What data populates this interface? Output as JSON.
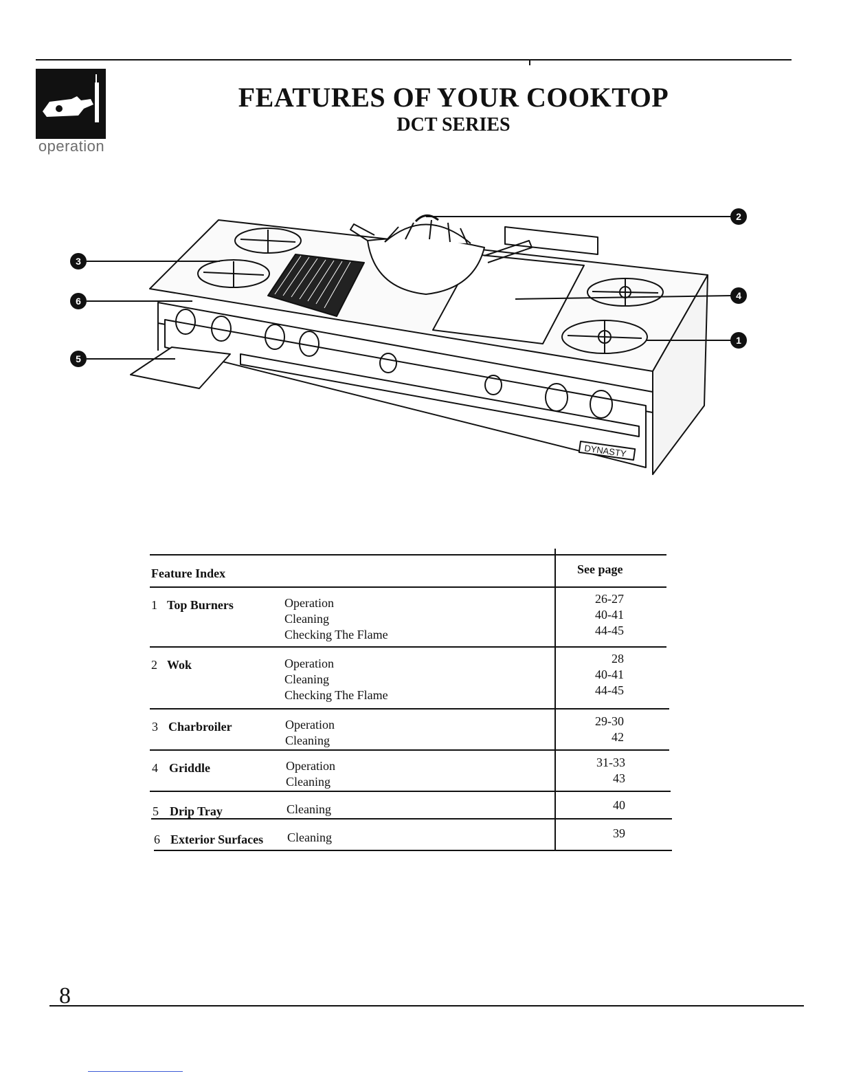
{
  "header": {
    "section_label": "operation",
    "title": "FEATURES OF YOUR COOKTOP",
    "subtitle": "DCT SERIES"
  },
  "diagram": {
    "brand_plate": "DYNASTY",
    "callouts": [
      "1",
      "2",
      "3",
      "4",
      "5",
      "6"
    ]
  },
  "feature_index": {
    "header_left": "Feature Index",
    "header_right": "See page",
    "rows": [
      {
        "num": "1",
        "name": "Top Burners",
        "tasks": [
          "Operation",
          "Cleaning",
          "Checking The Flame"
        ],
        "pages": [
          "26-27",
          "40-41",
          "44-45"
        ]
      },
      {
        "num": "2",
        "name": "Wok",
        "tasks": [
          "Operation",
          "Cleaning",
          "Checking The Flame"
        ],
        "pages": [
          "28",
          "40-41",
          "44-45"
        ]
      },
      {
        "num": "3",
        "name": "Charbroiler",
        "tasks": [
          "Operation",
          "Cleaning"
        ],
        "pages": [
          "29-30",
          "42"
        ]
      },
      {
        "num": "4",
        "name": "Griddle",
        "tasks": [
          "Operation",
          "Cleaning"
        ],
        "pages": [
          "31-33",
          "43"
        ]
      },
      {
        "num": "5",
        "name": "Drip Tray",
        "tasks": [
          "Cleaning"
        ],
        "pages": [
          "40"
        ]
      },
      {
        "num": "6",
        "name": "Exterior Surfaces",
        "tasks": [
          "Cleaning"
        ],
        "pages": [
          "39"
        ]
      }
    ]
  },
  "footer": {
    "page_number": "8"
  }
}
